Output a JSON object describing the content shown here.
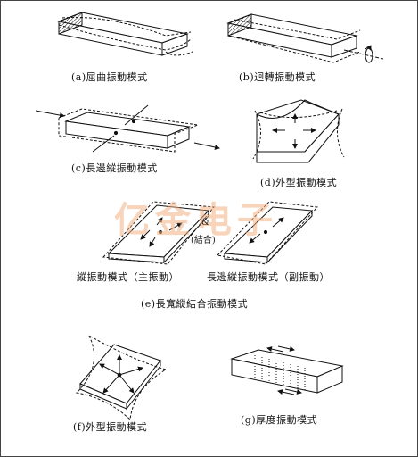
{
  "captions": {
    "a": "(a)屈曲振動模式",
    "b": "(b)迴轉振動模式",
    "c": "(c)長邊縱振動模式",
    "d": "(d)外型振動模式",
    "e_left": "縱振動模式（主振動）",
    "e_right": "長邊縱振動模式（副振動）",
    "e": "(e)長寬縱結合振動模式",
    "f": "(f)外型振動模式",
    "g": "(g)厚度振動模式"
  },
  "inline_labels": {
    "amp": "&",
    "combine": "(結合)"
  },
  "watermark": {
    "text": "亿金电子",
    "color": "#f4b183"
  },
  "colors": {
    "line": "#111111",
    "dashed": "#333333"
  }
}
